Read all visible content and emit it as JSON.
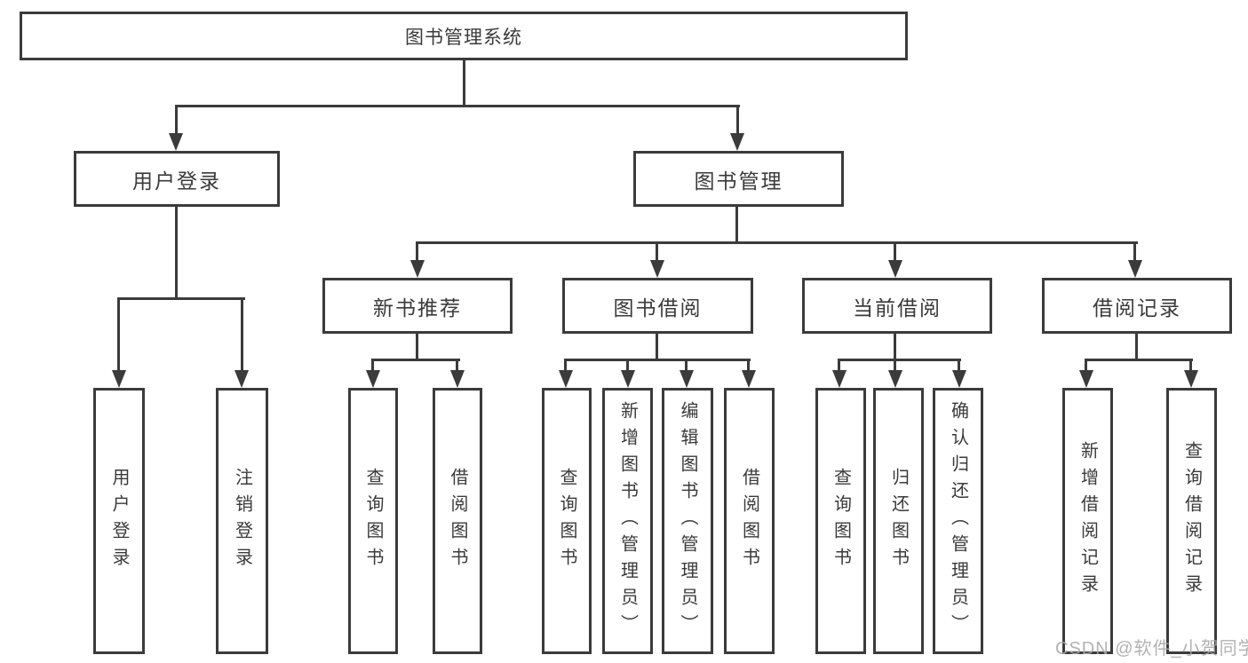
{
  "tree": {
    "root": {
      "label": "图书管理系统"
    },
    "level2": [
      {
        "label": "用户登录",
        "children": [
          {
            "label": "用户登录"
          },
          {
            "label": "注销登录"
          }
        ]
      },
      {
        "label": "图书管理",
        "children": [
          {
            "label": "新书推荐",
            "children": [
              {
                "label": "查询图书"
              },
              {
                "label": "借阅图书"
              }
            ]
          },
          {
            "label": "图书借阅",
            "children": [
              {
                "label": "查询图书"
              },
              {
                "label": "新增图书（管理员）"
              },
              {
                "label": "编辑图书（管理员）"
              },
              {
                "label": "借阅图书"
              }
            ]
          },
          {
            "label": "当前借阅",
            "children": [
              {
                "label": "查询图书"
              },
              {
                "label": "归还图书"
              },
              {
                "label": "确认归还（管理员）"
              }
            ]
          },
          {
            "label": "借阅记录",
            "children": [
              {
                "label": "新增借阅记录"
              },
              {
                "label": "查询借阅记录"
              }
            ]
          }
        ]
      }
    ]
  },
  "watermark": {
    "text": "CSDN @软件_小贺同学"
  },
  "colors": {
    "line": "#3b3b3b",
    "text": "#3a3a3a",
    "watermark": "#aaaaaa",
    "background": "#ffffff"
  }
}
